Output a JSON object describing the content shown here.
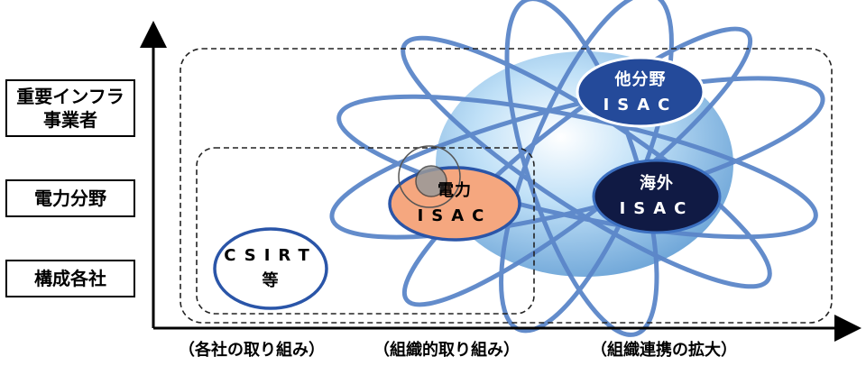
{
  "y_axis": {
    "levels": [
      {
        "line1": "重要インフラ",
        "line2": "事業者"
      },
      {
        "line1": "電力分野",
        "line2": ""
      },
      {
        "line1": "構成各社",
        "line2": ""
      }
    ]
  },
  "x_axis": {
    "stages": [
      "（各社の取り組み）",
      "（組織的取り組み）",
      "（組織連携の拡大）"
    ]
  },
  "nodes": {
    "csirt": {
      "line1": "CSIRT",
      "line2": "等"
    },
    "power_isac": {
      "line1": "電力",
      "line2": "ISAC"
    },
    "other_isac": {
      "line1": "他分野",
      "line2": "ISAC"
    },
    "overseas_isac": {
      "line1": "海外",
      "line2": "ISAC"
    }
  },
  "colors": {
    "orbit": "#5b86c9",
    "sphere": "#9cc8ea",
    "power_isac_fill": "#f5a77f",
    "other_isac_fill": "#244a9a",
    "overseas_isac_fill": "#101a44",
    "csirt_border": "#2a55a8"
  }
}
